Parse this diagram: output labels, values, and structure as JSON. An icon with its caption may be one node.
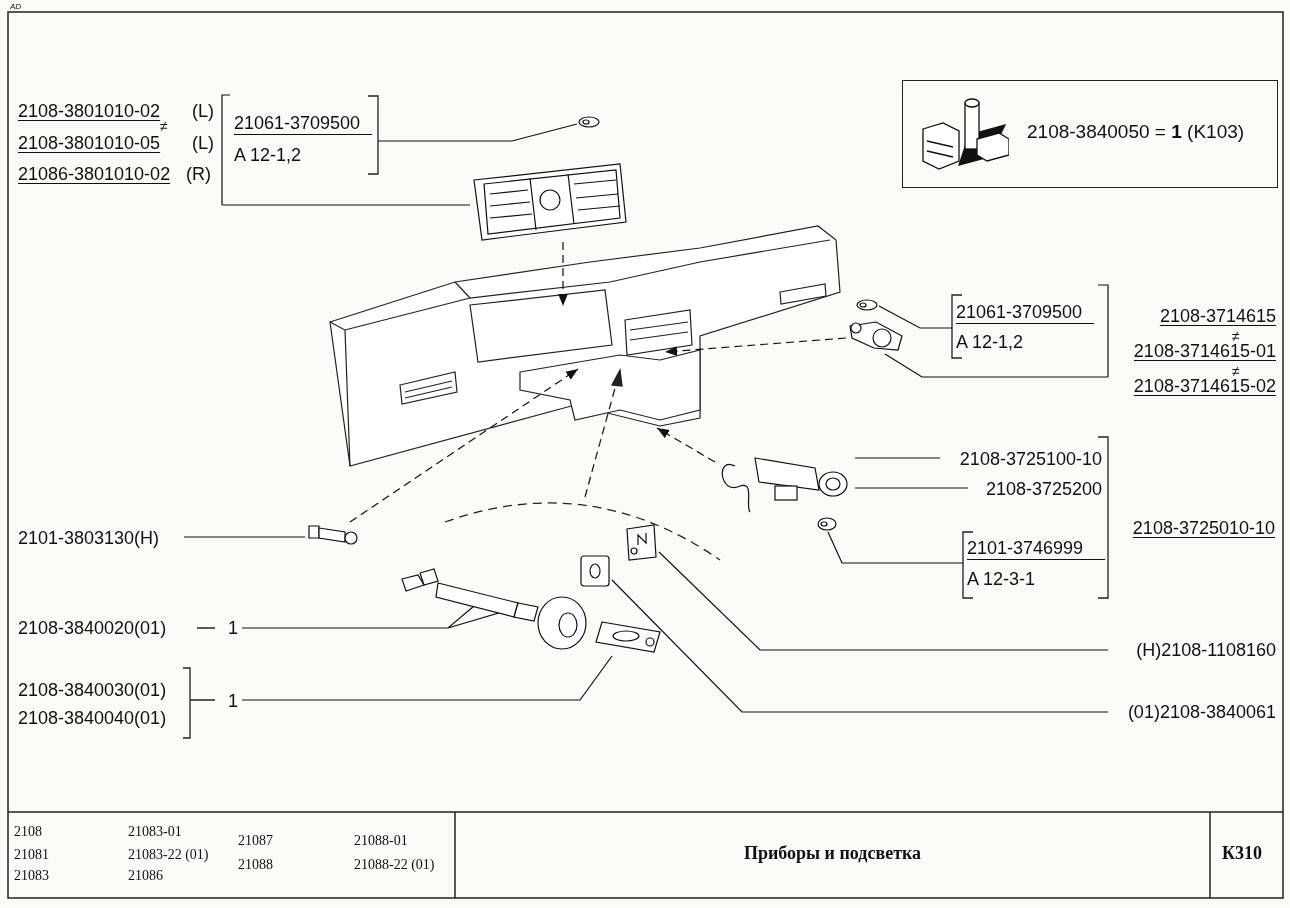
{
  "diagram": {
    "title": "Приборы и подсветка",
    "nodes": [
      {
        "text": [
          "2108-3801010-02",
          "(L)",
          "≠",
          "2108-3801010-05",
          "(L)",
          "21086-3801010-02",
          "(R)"
        ]
      },
      {
        "text": [
          "21061-3709500",
          "A 12-1,2"
        ]
      },
      {
        "text": [],
        "shape": "picture"
      },
      {
        "text": [],
        "shape": "picture"
      },
      {
        "text": [],
        "shape": "picture"
      },
      {
        "text": [],
        "shape": "picture"
      },
      {
        "text": [
          "21061-3709500",
          "A 12-1,2"
        ]
      },
      {
        "text": [
          "2108-3714615",
          "≠",
          "2108-3714615-01",
          "≠",
          "2108-3714615-02"
        ]
      },
      {
        "text": [],
        "shape": "picture"
      },
      {
        "text": [
          "2108-3725100-10"
        ]
      },
      {
        "text": [
          "2108-3725200"
        ]
      },
      {
        "text": [
          "2101-3746999",
          "A 12-3-1"
        ]
      },
      {
        "text": [],
        "shape": "picture"
      },
      {
        "text": [
          "2101-3803130(H)"
        ]
      },
      {
        "text": [],
        "shape": "picture"
      },
      {
        "text": [
          "2108-3840020(01)"
        ],
        "beside": [
          "1"
        ]
      },
      {
        "text": [],
        "shape": "picture"
      },
      {
        "text": [
          "2108-3840030(01)",
          "2108-3840040(01)"
        ],
        "beside": [
          "1"
        ]
      },
      {
        "text": [],
        "shape": "picture"
      },
      {
        "text": [],
        "shape": "picture"
      },
      {
        "text": [],
        "shape": "picture"
      },
      {
        "text": [
          "(H)2108-1108160"
        ]
      },
      {
        "text": [
          "(01)2108-3840061"
        ]
      },
      {
        "text": [
          "2108-3840050 = **1** (K103)"
        ]
      }
    ],
    "edges": [
      {
        "from": 0,
        "to": 3,
        "arrow": "none"
      },
      {
        "from": 1,
        "to": 2,
        "arrow": "none"
      },
      {
        "from": 3,
        "to": null,
        "arrow": "to",
        "style": "dashed"
      },
      {
        "from": 6,
        "to": 4,
        "arrow": "none"
      },
      {
        "from": 7,
        "to": 5,
        "arrow": "none"
      },
      {
        "from": 5,
        "to": null,
        "arrow": "to",
        "style": "dashed"
      },
      {
        "from": 9,
        "to": 8,
        "arrow": "none"
      },
      {
        "from": 10,
        "to": 8,
        "arrow": "none"
      },
      {
        "from": 11,
        "to": 12,
        "arrow": "none"
      },
      {
        "from": 8,
        "to": null,
        "arrow": "to",
        "style": "dashed"
      },
      {
        "from": 13,
        "to": 14,
        "arrow": "none"
      },
      {
        "from": 14,
        "to": null,
        "arrow": "to",
        "style": "dashed"
      },
      {
        "from": 15,
        "to": 16,
        "arrow": "none"
      },
      {
        "from": 17,
        "to": 18,
        "arrow": "none"
      },
      {
        "from": 21,
        "to": 20,
        "arrow": "none"
      },
      {
        "from": 22,
        "to": 19,
        "arrow": "none"
      }
    ],
    "labels": [
      "AD",
      "2108-3725010-10",
      "2108",
      "21081",
      "21083",
      "21083-01",
      "21083-22 (01)",
      "21086",
      "21087",
      "21088",
      "21088-01",
      "21088-22 (01)",
      "К310"
    ]
  }
}
